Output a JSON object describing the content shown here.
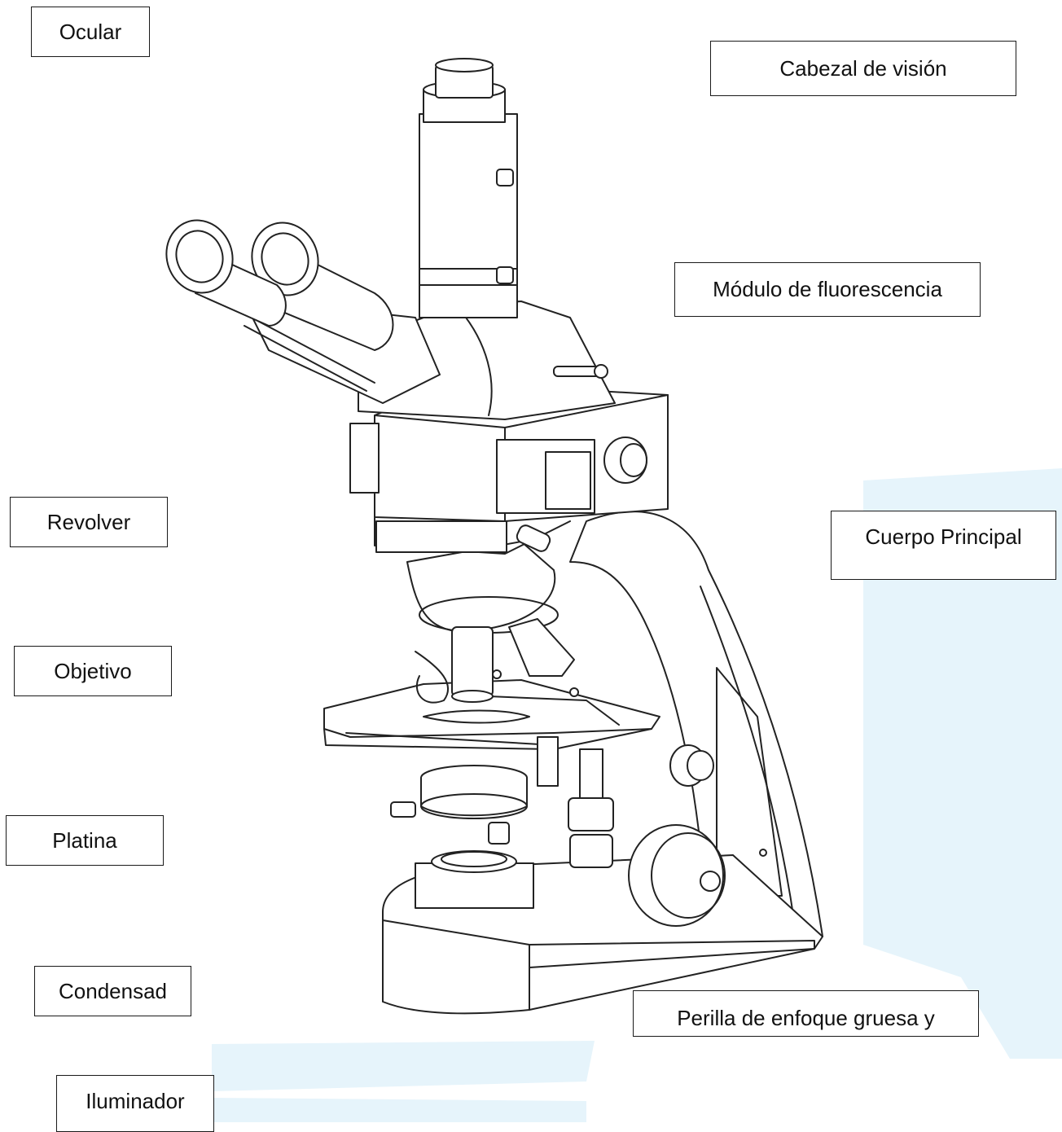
{
  "labels": {
    "ocular": "Ocular",
    "cabezal": "Cabezal de visión",
    "modulo": "Módulo de fluorescencia",
    "revolver": "Revolver",
    "cuerpo": "Cuerpo Principal",
    "objetivo": "Objetivo",
    "platina": "Platina",
    "condensad": "Condensad",
    "perilla": "Perilla de enfoque gruesa y",
    "iluminador": "Iluminador"
  },
  "colors": {
    "background_band": "#e6f4fb",
    "line": "#222222",
    "label_border": "#1a1a1a"
  }
}
